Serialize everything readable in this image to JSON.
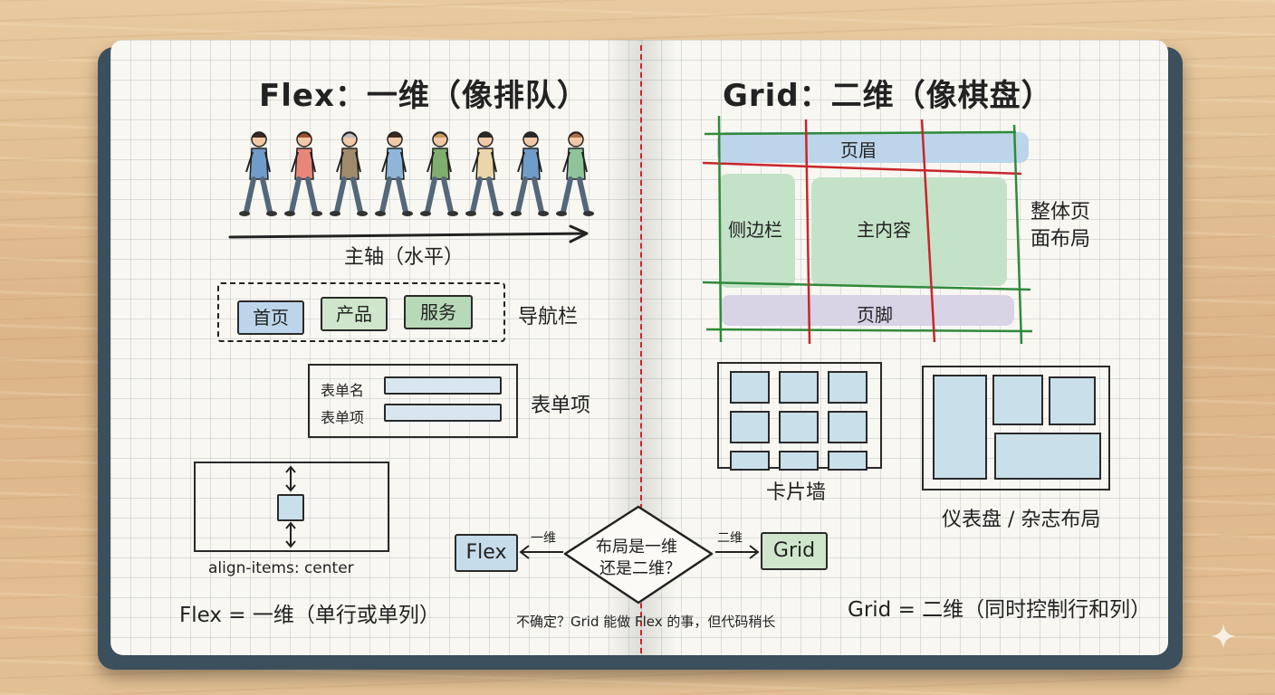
{
  "left": {
    "title": "Flex：一维（像排队）",
    "axis_label": "主轴（水平）",
    "nav": {
      "items": [
        "首页",
        "产品",
        "服务"
      ],
      "label": "导航栏"
    },
    "form": {
      "fields": [
        "表单名",
        "表单项"
      ],
      "label": "表单项"
    },
    "align_caption": "align-items: center",
    "summary": "Flex = 一维（单行或单列）"
  },
  "right": {
    "title": "Grid：二维（像棋盘）",
    "layout": {
      "header": "页眉",
      "sidebar": "侧边栏",
      "main": "主内容",
      "footer": "页脚",
      "label_line1": "整体页",
      "label_line2": "面布局"
    },
    "card_wall_label": "卡片墙",
    "dashboard_label": "仪表盘 / 杂志布局",
    "summary": "Grid = 二维（同时控制行和列）"
  },
  "decision": {
    "question_line1": "布局是一维",
    "question_line2": "还是二维？",
    "left_branch": "一维",
    "right_branch": "二维",
    "left_result": "Flex",
    "right_result": "Grid",
    "note": "不确定？Grid 能做 Flex 的事，但代码稍长"
  },
  "people_colors": [
    "#6f9cc9",
    "#e8867a",
    "#a08a6c",
    "#8fb6d9",
    "#7fae6e",
    "#ead6a8",
    "#6f9cc9",
    "#8fc49a"
  ],
  "colors": {
    "blue_fill": "#bcd5ea",
    "green_fill": "#c4e2c8",
    "purple_fill": "#d9d3e6",
    "red_line": "#c8262a",
    "green_line": "#2f8a3a"
  }
}
